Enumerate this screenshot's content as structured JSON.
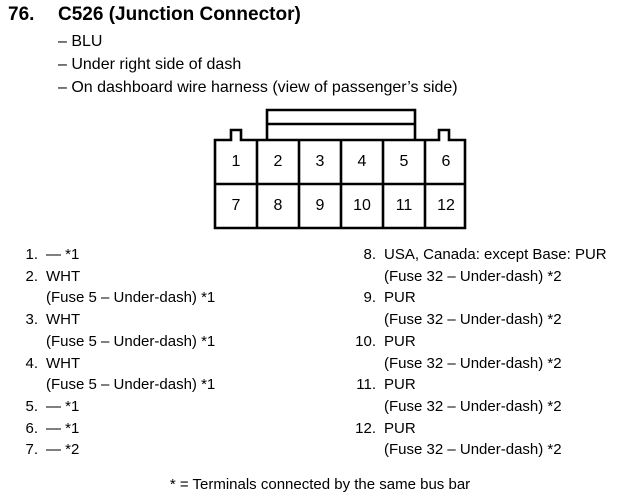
{
  "header": {
    "number": "76.",
    "title": "C526 (Junction Connector)",
    "details": [
      "– BLU",
      "– Under right side of dash",
      "– On dashboard wire harness (view of passenger’s side)"
    ]
  },
  "connector": {
    "pins_top": [
      "1",
      "2",
      "3",
      "4",
      "5",
      "6"
    ],
    "pins_bottom": [
      "7",
      "8",
      "9",
      "10",
      "11",
      "12"
    ]
  },
  "terminals_left": [
    {
      "num": "1.",
      "lines": [
        "— *1"
      ]
    },
    {
      "num": "2.",
      "lines": [
        "WHT",
        "(Fuse 5 – Under-dash) *1"
      ]
    },
    {
      "num": "3.",
      "lines": [
        "WHT",
        "(Fuse 5 – Under-dash) *1"
      ]
    },
    {
      "num": "4.",
      "lines": [
        "WHT",
        "(Fuse 5 – Under-dash) *1"
      ]
    },
    {
      "num": "5.",
      "lines": [
        "— *1"
      ]
    },
    {
      "num": "6.",
      "lines": [
        "— *1"
      ]
    },
    {
      "num": "7.",
      "lines": [
        "— *2"
      ]
    }
  ],
  "terminals_right": [
    {
      "num": "8.",
      "lines": [
        "USA, Canada: except Base: PUR",
        "(Fuse 32 – Under-dash) *2"
      ]
    },
    {
      "num": "9.",
      "lines": [
        "PUR",
        "(Fuse 32 – Under-dash) *2"
      ]
    },
    {
      "num": "10.",
      "lines": [
        "PUR",
        "(Fuse 32 – Under-dash) *2"
      ]
    },
    {
      "num": "11.",
      "lines": [
        "PUR",
        "(Fuse 32 – Under-dash) *2"
      ]
    },
    {
      "num": "12.",
      "lines": [
        "PUR",
        "(Fuse 32 – Under-dash) *2"
      ]
    }
  ],
  "footnote": "* = Terminals connected by the same bus bar"
}
